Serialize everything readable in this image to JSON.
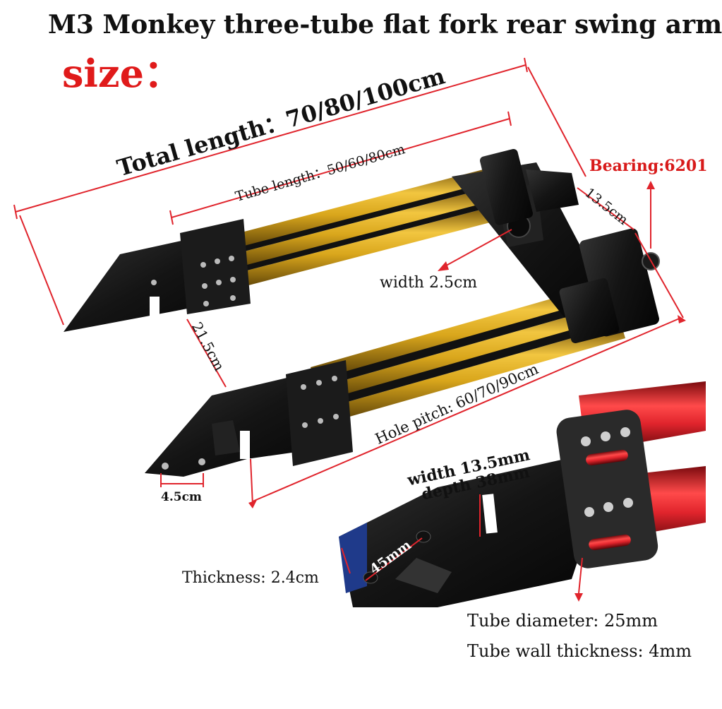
{
  "title": "M3 Monkey three-tube flat fork rear swing arm",
  "size_label": "size：",
  "annotations": {
    "total_length": "Total length：70/80/100cm",
    "tube_length": "Tube length：50/60/80cm",
    "bearing": "Bearing:6201",
    "bearing_width": "13.5cm",
    "width_center": "width 2.5cm",
    "fork_gap": "21.5cm",
    "hole_pitch": "Hole pitch: 60/70/90cm",
    "hole_spacing": "4.5cm",
    "slot_width": "width 13.5mm",
    "slot_depth": "depth 38mm",
    "slot_length": "45mm",
    "thickness": "Thickness: 2.4cm",
    "tube_diameter": "Tube diameter: 25mm",
    "tube_wall": "Tube wall thickness: 4mm"
  },
  "colors": {
    "accent_red": "#e01a1a",
    "tube_gold": "#d9a61c",
    "tube_red": "#e0242c",
    "aluminum_black": "#141414"
  }
}
